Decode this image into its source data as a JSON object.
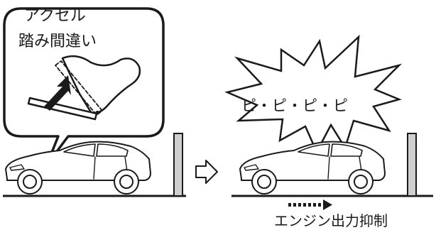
{
  "callout": {
    "line1": "アクセル",
    "line2": "踏み間違い"
  },
  "beep": {
    "text": "ピ・ピ・ピ・ピ"
  },
  "caption": {
    "text": "エンジン出力抑制"
  },
  "icons": {
    "transition": "hollow-right-arrow-icon",
    "suppression": "dotted-right-arrow-icon"
  },
  "colors": {
    "ink": "#1a1a1a",
    "pillar": "#cfcfcf",
    "background": "#ffffff"
  }
}
